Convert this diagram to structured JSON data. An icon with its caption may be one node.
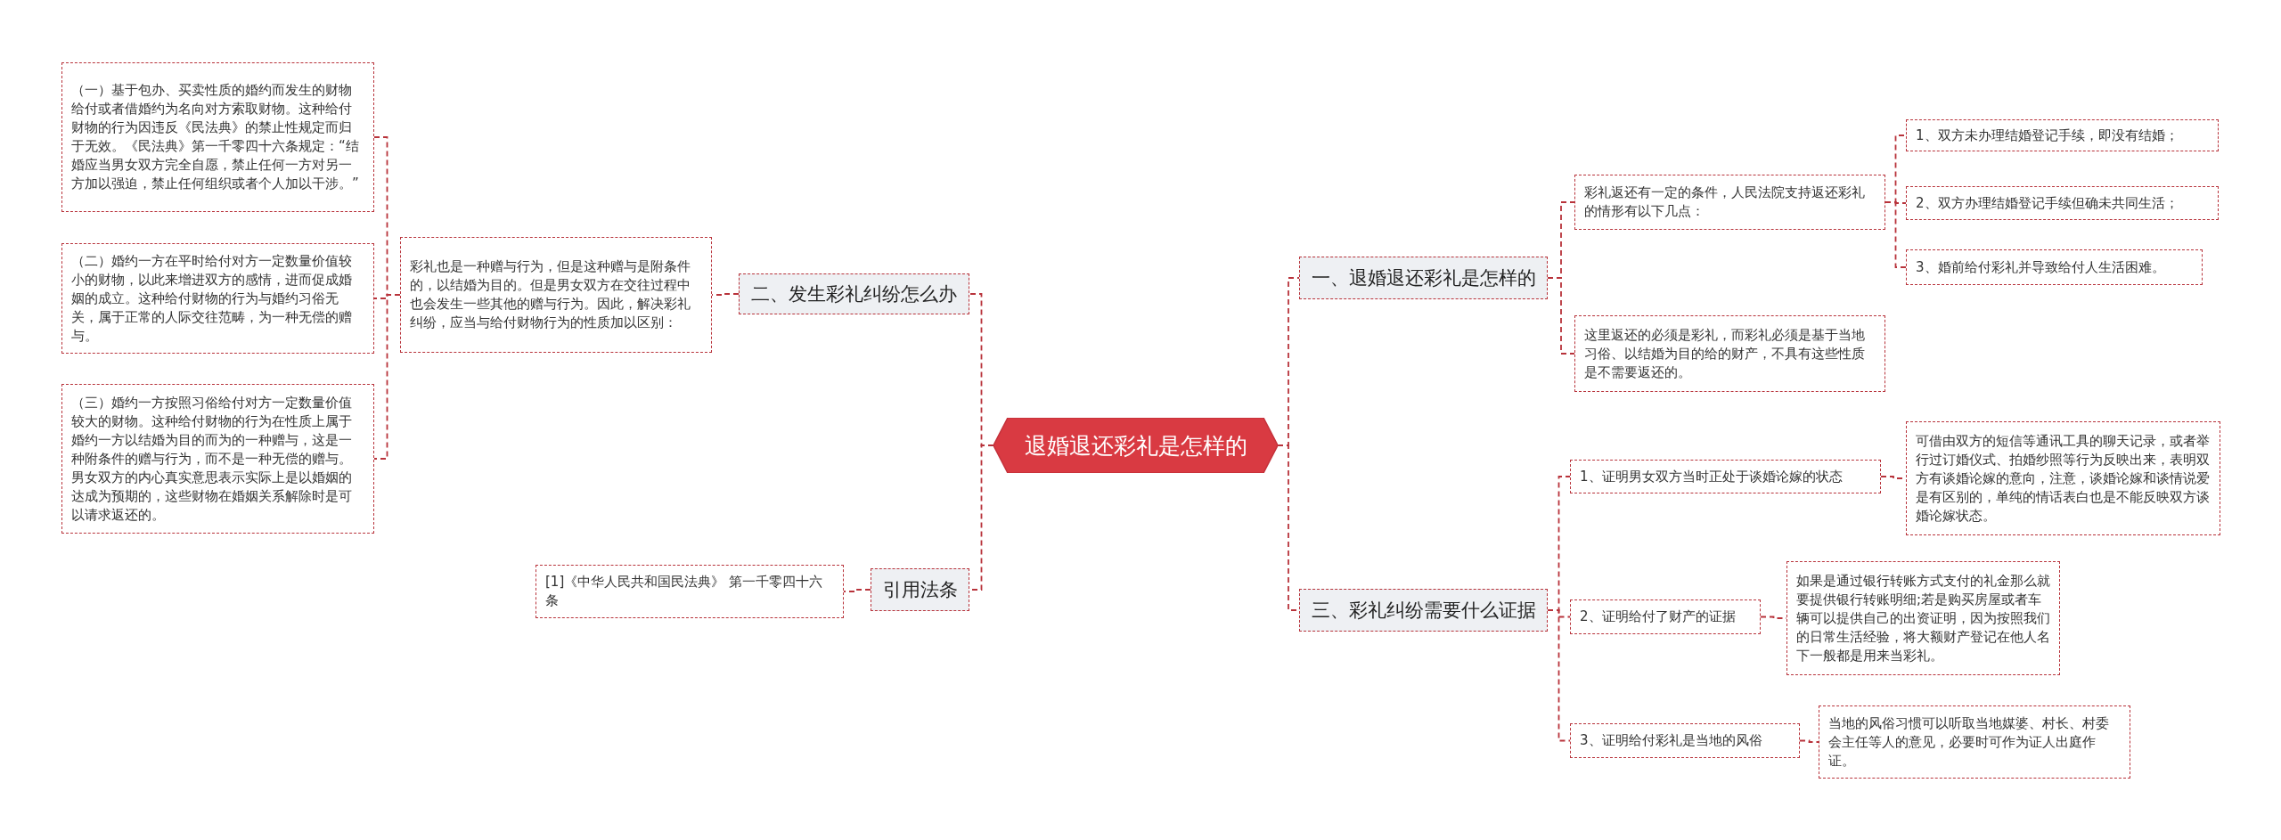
{
  "diagram": {
    "nodes": [
      {
        "text": [
          "退婚退还彩礼是怎样的"
        ]
      },
      {
        "text": [
          "一、退婚退还彩礼是怎样的"
        ]
      },
      {
        "text": [
          "彩礼返还有一定的条件，人民法院支持返还彩礼的情形有以下几点："
        ]
      },
      {
        "text": [
          "1、双方未办理结婚登记手续，即没有结婚；"
        ]
      },
      {
        "text": [
          "2、双方办理结婚登记手续但确未共同生活；"
        ]
      },
      {
        "text": [
          "3、婚前给付彩礼并导致给付人生活困难。"
        ]
      },
      {
        "text": [
          "这里返还的必须是彩礼，而彩礼必须是基于当地习俗、以结婚为目的给的财产，不具有这些性质是不需要返还的。"
        ]
      },
      {
        "text": [
          "三、彩礼纠纷需要什么证据"
        ]
      },
      {
        "text": [
          "1、证明男女双方当时正处于谈婚论嫁的状态"
        ]
      },
      {
        "text": [
          "可借由双方的短信等通讯工具的聊天记录，或者举行过订婚仪式、拍婚纱照等行为反映出来，表明双方有谈婚论嫁的意向，注意，谈婚论嫁和谈情说爱是有区别的，单纯的情话表白也是不能反映双方谈婚论嫁状态。"
        ]
      },
      {
        "text": [
          "2、证明给付了财产的证据"
        ]
      },
      {
        "text": [
          "如果是通过银行转账方式支付的礼金那么就要提供银行转账明细;若是购买房屋或者车辆可以提供自己的出资证明，因为按照我们的日常生活经验，将大额财产登记在他人名下一般都是用来当彩礼。"
        ]
      },
      {
        "text": [
          "3、证明给付彩礼是当地的风俗"
        ]
      },
      {
        "text": [
          "当地的风俗习惯可以听取当地媒婆、村长、村委会主任等人的意见，必要时可作为证人出庭作证。"
        ]
      },
      {
        "text": [
          "二、发生彩礼纠纷怎么办"
        ]
      },
      {
        "text": [
          "彩礼也是一种赠与行为，但是这种赠与是附条件的，以结婚为目的。但是男女双方在交往过程中也会发生一些其他的赠与行为。因此，解决彩礼纠纷，应当与给付财物行为的性质加以区别："
        ]
      },
      {
        "text": [
          "（一）基于包办、买卖性质的婚约而发生的财物给付或者借婚约为名向对方索取财物。这种给付财物的行为因违反《民法典》的禁止性规定而归于无效。《民法典》第一千零四十六条规定：“结婚应当男女双方完全自愿，禁止任何一方对另一方加以强迫，禁止任何组织或者个人加以干涉。”"
        ]
      },
      {
        "text": [
          "（二）婚约一方在平时给付对方一定数量价值较小的财物，以此来增进双方的感情，进而促成婚姻的成立。这种给付财物的行为与婚约习俗无关，属于正常的人际交往范畴，为一种无偿的赠与。"
        ]
      },
      {
        "text": [
          "（三）婚约一方按照习俗给付对方一定数量价值较大的财物。这种给付财物的行为在性质上属于婚约一方以结婚为目的而为的一种赠与，这是一种附条件的赠与行为，而不是一种无偿的赠与。男女双方的内心真实意思表示实际上是以婚姻的达成为预期的，这些财物在婚姻关系解除时是可以请求返还的。"
        ]
      },
      {
        "text": [
          "引用法条"
        ]
      },
      {
        "text": [
          "[1]《中华人民共和国民法典》 第一千零四十六条"
        ]
      }
    ],
    "edges": [
      {
        "from": 0,
        "to": 1,
        "arrow": "none"
      },
      {
        "from": 1,
        "to": 2,
        "arrow": "none"
      },
      {
        "from": 2,
        "to": 3,
        "arrow": "none"
      },
      {
        "from": 2,
        "to": 4,
        "arrow": "none"
      },
      {
        "from": 2,
        "to": 5,
        "arrow": "none"
      },
      {
        "from": 1,
        "to": 6,
        "arrow": "none"
      },
      {
        "from": 0,
        "to": 7,
        "arrow": "none"
      },
      {
        "from": 7,
        "to": 8,
        "arrow": "none"
      },
      {
        "from": 8,
        "to": 9,
        "arrow": "none"
      },
      {
        "from": 7,
        "to": 10,
        "arrow": "none"
      },
      {
        "from": 10,
        "to": 11,
        "arrow": "none"
      },
      {
        "from": 7,
        "to": 12,
        "arrow": "none"
      },
      {
        "from": 12,
        "to": 13,
        "arrow": "none"
      },
      {
        "from": 0,
        "to": 14,
        "arrow": "none"
      },
      {
        "from": 14,
        "to": 15,
        "arrow": "none"
      },
      {
        "from": 15,
        "to": 16,
        "arrow": "none"
      },
      {
        "from": 15,
        "to": 17,
        "arrow": "none"
      },
      {
        "from": 15,
        "to": 18,
        "arrow": "none"
      },
      {
        "from": 0,
        "to": 19,
        "arrow": "none"
      },
      {
        "from": 19,
        "to": 20,
        "arrow": "none"
      }
    ]
  }
}
